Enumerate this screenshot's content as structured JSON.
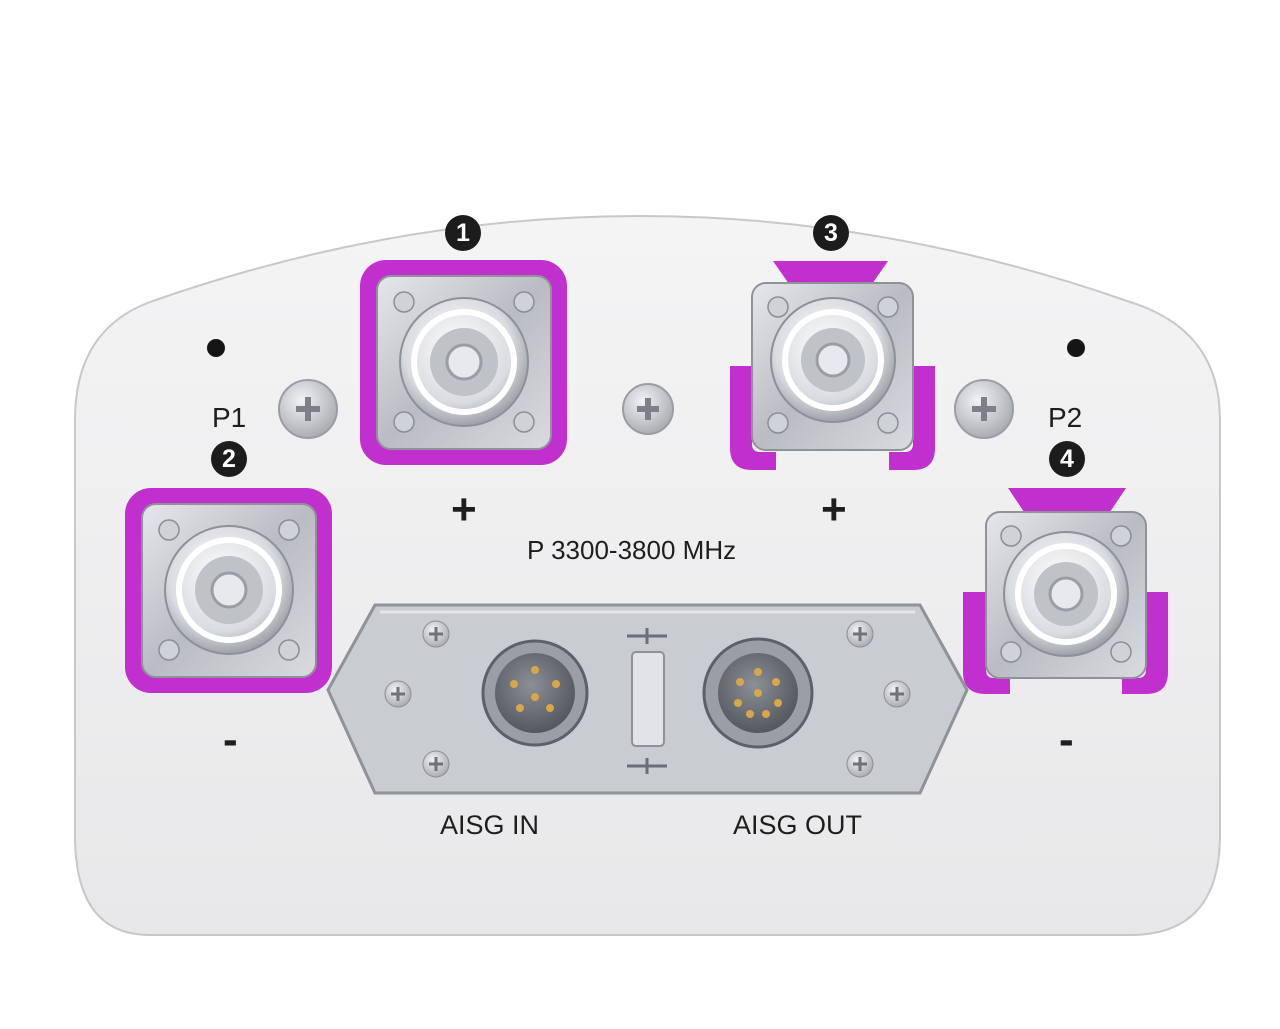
{
  "panel": {
    "frequency_label": "P 3300-3800 MHz",
    "accent_color": "#c12fcf",
    "plate_color": "#eeeeef",
    "module_color": "#c9ccd1"
  },
  "ports": [
    {
      "number": "1",
      "polarity": "+",
      "group": "P1"
    },
    {
      "number": "2",
      "polarity": "-",
      "group": "P1"
    },
    {
      "number": "3",
      "polarity": "+",
      "group": "P2"
    },
    {
      "number": "4",
      "polarity": "-",
      "group": "P2"
    }
  ],
  "groups": {
    "p1": "P1",
    "p2": "P2"
  },
  "aisg": {
    "in_label": "AISG IN",
    "out_label": "AISG OUT"
  },
  "icons": [
    "screw-icon",
    "coax-connector-icon",
    "aisg-connector-icon",
    "indicator-hole-icon"
  ]
}
